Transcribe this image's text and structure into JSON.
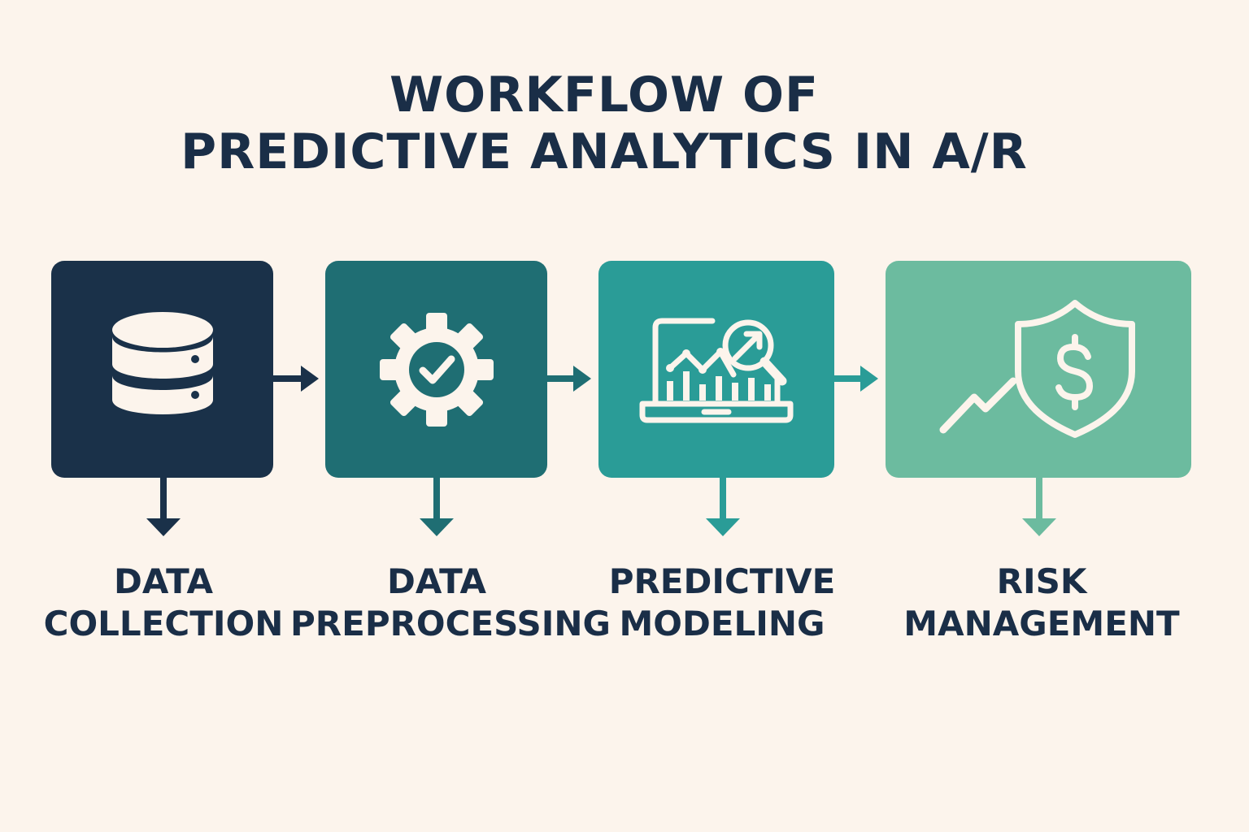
{
  "title": {
    "line1": "WORKFLOW OF",
    "line2": "PREDICTIVE ANALYTICS IN A/R"
  },
  "steps": [
    {
      "line1": "DATA",
      "line2": "COLLECTION",
      "icon": "database-icon",
      "color": "#1a3149"
    },
    {
      "line1": "DATA",
      "line2": "PREPROCESSING",
      "icon": "gear-check-icon",
      "color": "#1f6e73"
    },
    {
      "line1": "PREDICTIVE",
      "line2": "MODELING",
      "icon": "laptop-chart-magnifier-icon",
      "color": "#2a9c97"
    },
    {
      "line1": "RISK",
      "line2": "MANAGEMENT",
      "icon": "shield-dollar-trend-icon",
      "color": "#6cbb9f"
    }
  ],
  "colors": {
    "background": "#fcf4ec",
    "text": "#1a2e47",
    "icon": "#fcf4ec"
  }
}
